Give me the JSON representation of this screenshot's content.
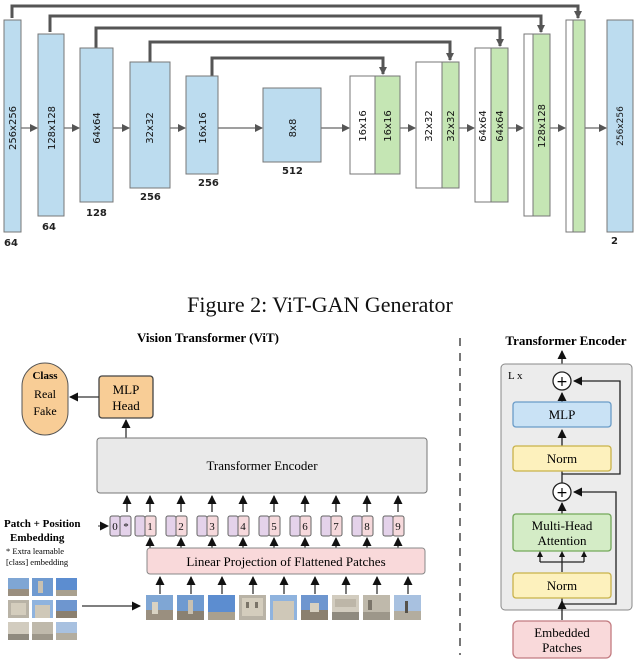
{
  "unet": {
    "encoder_blocks": [
      {
        "label": "256x256",
        "channels": "64"
      },
      {
        "label": "128x128",
        "channels": "64"
      },
      {
        "label": "64x64",
        "channels": "128"
      },
      {
        "label": "32x32",
        "channels": "256"
      },
      {
        "label": "16x16",
        "channels": "256"
      },
      {
        "label": "8x8",
        "channels": "512"
      }
    ],
    "decoder_blocks": [
      {
        "label": "16x16"
      },
      {
        "label": "32x32"
      },
      {
        "label": "64x64"
      },
      {
        "label": "128x128"
      },
      {
        "label": "",
        "channels": ""
      },
      {
        "label": "256x256",
        "channels": "2"
      }
    ]
  },
  "caption": "Figure 2: ViT-GAN Generator",
  "vit": {
    "title": "Vision Transformer (ViT)",
    "class_box": {
      "title": "Class",
      "line1": "Real",
      "line2": "Fake"
    },
    "mlp_head": {
      "line1": "MLP",
      "line2": "Head"
    },
    "transformer_encoder": "Transformer Encoder",
    "patch_embedding_label": {
      "line1": "Patch + Position",
      "line2": "Embedding"
    },
    "extra_note": {
      "line1": "* Extra learnable",
      "line2": "[class] embedding"
    },
    "linear_projection": "Linear Projection of Flattened Patches",
    "tokens": [
      "0",
      "1",
      "2",
      "3",
      "4",
      "5",
      "6",
      "7",
      "8",
      "9"
    ],
    "star": "*"
  },
  "encoder_detail": {
    "title": "Transformer Encoder",
    "repeat": "L x",
    "plus": "+",
    "mlp": "MLP",
    "norm_top": "Norm",
    "mha": {
      "line1": "Multi-Head",
      "line2": "Attention"
    },
    "norm_bottom": "Norm",
    "embedded": {
      "line1": "Embedded",
      "line2": "Patches"
    }
  },
  "colors": {
    "blue": "#bcdcef",
    "green": "#c5e6b4",
    "mlp_blue": "#c9e2f5",
    "norm_yellow": "#fdf1bd",
    "mha_green": "#d4ecc6",
    "embed_pink": "#f9d9da",
    "orange": "#f8cd96",
    "grey_box": "#e9e9e9",
    "purple": "#e4d2ea",
    "pink_token": "#f6d9dc"
  }
}
